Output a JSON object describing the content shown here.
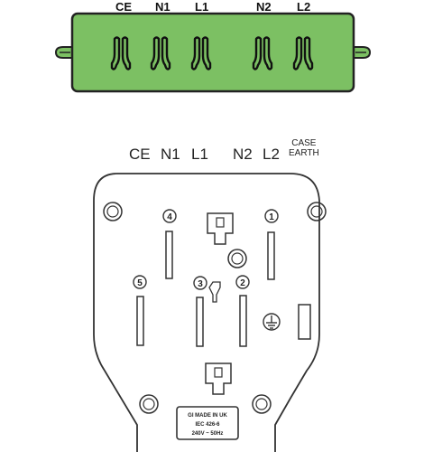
{
  "top": {
    "labels": [
      "CE",
      "N1",
      "L1",
      "N2",
      "L2"
    ],
    "fill_color": "#7cc063"
  },
  "bottom": {
    "labels": [
      "CE",
      "N1",
      "L1",
      "N2",
      "L2"
    ],
    "case_earth": [
      "CASE",
      "EARTH"
    ],
    "numbers": [
      "4",
      "1",
      "5",
      "3",
      "2"
    ],
    "plate": [
      "GI MADE IN UK",
      "IEC 426-6",
      "240V ~ 50Hz"
    ]
  }
}
